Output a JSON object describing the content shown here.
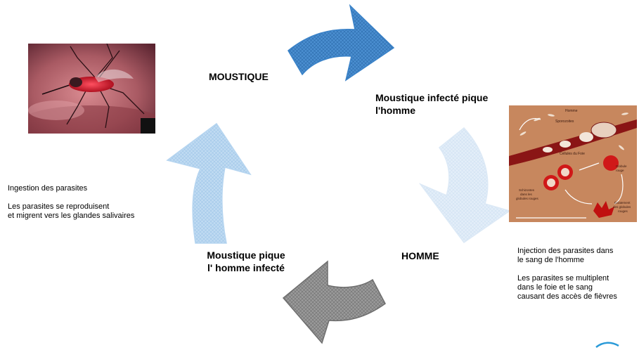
{
  "labels": {
    "mosquito": "MOUSTIQUE",
    "human": "HOMME",
    "infected_mosquito_bites": "Moustique infecté pique",
    "infected_mosquito_bites_2": "l'homme",
    "mosquito_bites_infected": "Moustique pique",
    "mosquito_bites_infected_2": "l' homme infecté"
  },
  "notes": {
    "mosquito_stage": [
      "Ingestion des parasites",
      "",
      "Les parasites se reproduisent",
      "et migrent vers les glandes salivaires"
    ],
    "human_stage": [
      "Injection des parasites dans",
      "le sang de l'homme",
      "",
      "Les parasites se multiplent",
      "dans le foie et le sang",
      "causant des accès de fièvres"
    ]
  },
  "illustration": {
    "title": "Homme",
    "sporozoites": "Sporozoites",
    "liver_cells": "Cellules du Foie",
    "schizontes_1": "Schizontes",
    "schizontes_2": "dans les",
    "schizontes_3": "globules rouges",
    "red_cell_1": "Globule",
    "red_cell_2": "rouge",
    "burst_1": "Éclatement",
    "burst_2": "des globules",
    "burst_3": "rouges"
  },
  "colors": {
    "arrow_top": "#3a82c8",
    "arrow_right": "#dce9f6",
    "arrow_left": "#b6d5f0",
    "arrow_bottom": "#8c8c8c",
    "illustration_bg": "#c7875e"
  }
}
